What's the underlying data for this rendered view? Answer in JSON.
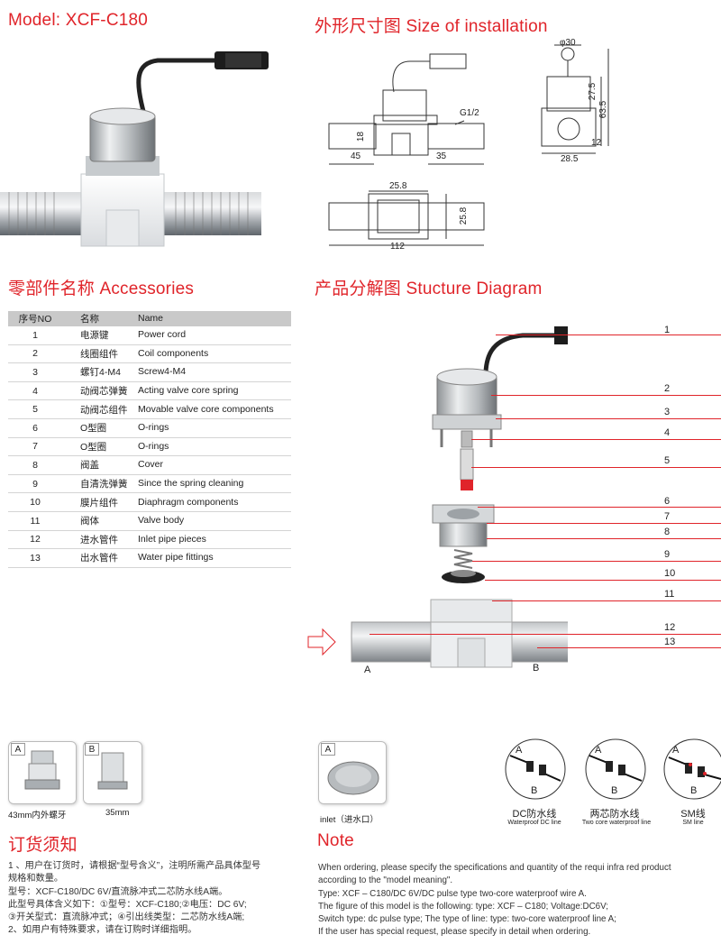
{
  "headings": {
    "model": "Model: XCF-C180",
    "installation": "外形尺寸图 Size of installation",
    "accessories": "零部件名称 Accessories",
    "structure": "产品分解图 Stucture Diagram",
    "order": "订货须知",
    "note": "Note"
  },
  "installation_dims": {
    "left": "45",
    "right": "35",
    "height": "18",
    "thread": "G1/2",
    "width_top": "25.8",
    "width_side": "25.8",
    "total_length": "112",
    "diameter": "φ30",
    "h1": "27.5",
    "h2": "63.5",
    "h3": "12",
    "w_bottom": "28.5"
  },
  "accessories": {
    "headers": [
      "序号NO",
      "名称",
      "Name"
    ],
    "rows": [
      {
        "no": "1",
        "cn": "电源键",
        "en": "Power cord"
      },
      {
        "no": "2",
        "cn": "线圈组件",
        "en": "Coil components"
      },
      {
        "no": "3",
        "cn": "螺钉4-M4",
        "en": "Screw4-M4"
      },
      {
        "no": "4",
        "cn": "动阀芯弹簧",
        "en": "Acting valve core spring"
      },
      {
        "no": "5",
        "cn": "动阀芯组件",
        "en": "Movable valve core components"
      },
      {
        "no": "6",
        "cn": "O型圈",
        "en": "O-rings"
      },
      {
        "no": "7",
        "cn": "O型圈",
        "en": "O-rings"
      },
      {
        "no": "8",
        "cn": "阀盖",
        "en": "Cover"
      },
      {
        "no": "9",
        "cn": "自清洗弹簧",
        "en": "Since the spring cleaning"
      },
      {
        "no": "10",
        "cn": "膜片组件",
        "en": "Diaphragm components"
      },
      {
        "no": "11",
        "cn": "阀体",
        "en": "Valve body"
      },
      {
        "no": "12",
        "cn": "进水管件",
        "en": "Inlet pipe pieces"
      },
      {
        "no": "13",
        "cn": "出水管件",
        "en": "Water pipe fittings"
      }
    ]
  },
  "structure_labels": [
    "1",
    "2",
    "3",
    "4",
    "5",
    "6",
    "7",
    "8",
    "9",
    "10",
    "11",
    "12",
    "13"
  ],
  "structure_ports": {
    "a": "A",
    "b": "B"
  },
  "fittings": {
    "a_tag": "A",
    "a_caption": "43mm内外螺牙",
    "b_tag": "B",
    "b_caption": "35mm",
    "inlet_tag": "A",
    "inlet_caption": "inlet（进水口）"
  },
  "wire_types": [
    {
      "cn": "DC防水线",
      "en": "Waterproof DC line"
    },
    {
      "cn": "两芯防水线",
      "en": "Two core waterproof line"
    },
    {
      "cn": "SM线",
      "en": "SM line"
    }
  ],
  "order_notes": [
    "1 、用户在订货时，请根据“型号含义”，注明所需产品具体型号",
    "规格和数量。",
    " 型号：XCF-C180/DC 6V/直流脉冲式二芯防水线A端。",
    " 此型号具体含义如下：①型号：XCF-C180;②电压：DC 6V;",
    " ③开关型式：直流脉冲式；④引出线类型：二芯防水线A端;",
    "2、如用户有特殊要求，请在订购时详细指明。"
  ],
  "note_lines": [
    "When ordering, please specify the specifications and quantity of the requi infra red product",
    "according to the \"model meaning\".",
    "Type: XCF – C180/DC 6V/DC pulse type two-core waterproof wire A.",
    "The figure of this model is the following: type: XCF – C180; Voltage:DC6V;",
    "Switch type: dc pulse type; The type of line: type: two-core waterproof line A;",
    "If the user has special request, please specify in detail when ordering."
  ],
  "colors": {
    "accent": "#e0242a",
    "table_header": "#c9c9c9"
  }
}
